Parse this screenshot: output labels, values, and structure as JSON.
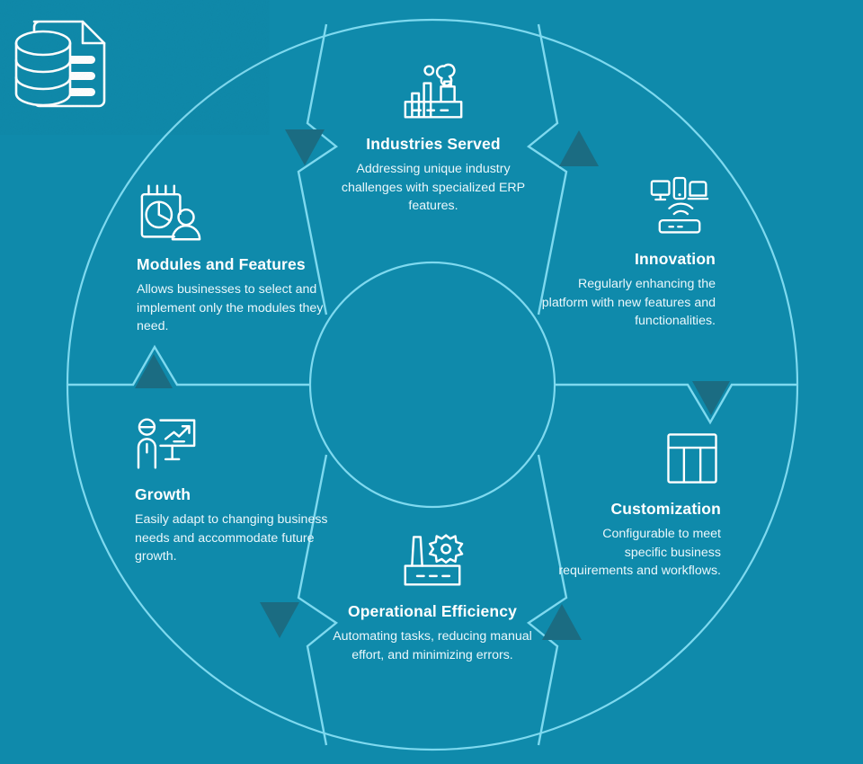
{
  "theme": {
    "background": "#0f8aab",
    "line": "#7ed9ef",
    "arrow_fill": "#1b6c82",
    "title_color": "#ffffff",
    "text_color": "#eaf7fb"
  },
  "center": {
    "icon": "database-document-icon"
  },
  "diagram": {
    "type": "radial-hub-and-spoke",
    "segment_count": 6
  },
  "nodes": [
    {
      "id": "industries-served",
      "title": "Industries Served",
      "desc": "Addressing unique industry challenges with specialized ERP features.",
      "icon": "factory-smoke-icon",
      "align": "center"
    },
    {
      "id": "innovation",
      "title": "Innovation",
      "desc": "Regularly enhancing the platform with new features and functionalities.",
      "icon": "devices-router-icon",
      "align": "right"
    },
    {
      "id": "customization",
      "title": "Customization",
      "desc": "Configurable to meet specific business requirements and workflows.",
      "icon": "layout-columns-icon",
      "align": "right"
    },
    {
      "id": "operational-efficiency",
      "title": "Operational Efficiency",
      "desc": "Automating tasks, reducing manual effort, and minimizing errors.",
      "icon": "factory-gear-icon",
      "align": "center"
    },
    {
      "id": "growth",
      "title": "Growth",
      "desc": "Easily adapt to changing business needs and accommodate future growth.",
      "icon": "presenter-growth-chart-icon",
      "align": "left"
    },
    {
      "id": "modules-and-features",
      "title": "Modules and Features",
      "desc": "Allows businesses to select and implement only the modules they need.",
      "icon": "calendar-piechart-person-icon",
      "align": "left"
    }
  ]
}
